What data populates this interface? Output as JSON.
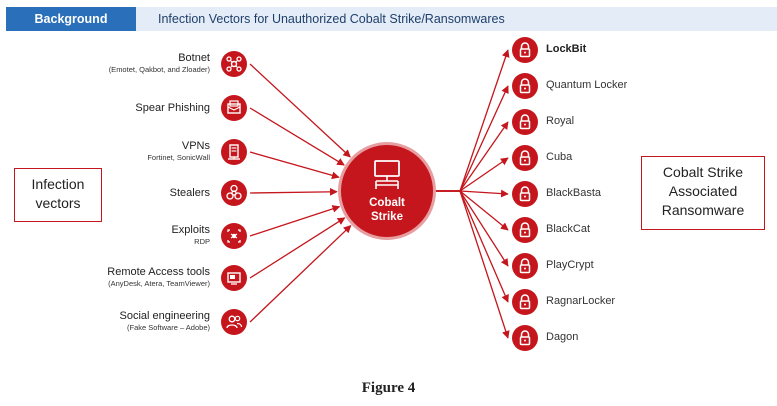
{
  "header": {
    "tag": "Background",
    "title": "Infection Vectors for Unauthorized Cobalt Strike/Ransomwares"
  },
  "left_box": "Infection vectors",
  "right_box": "Cobalt Strike Associated Ransomware",
  "hub": {
    "line1": "Cobalt",
    "line2": "Strike"
  },
  "vectors": [
    {
      "label": "Botnet",
      "sub": "(Emotet, Qakbot, and Zloader)",
      "icon": "network-icon"
    },
    {
      "label": "Spear Phishing",
      "sub": "",
      "icon": "envelope-icon"
    },
    {
      "label": "VPNs",
      "sub": "Fortinet, SonicWall",
      "icon": "server-icon"
    },
    {
      "label": "Stealers",
      "sub": "",
      "icon": "biohazard-icon"
    },
    {
      "label": "Exploits",
      "sub": "RDP",
      "icon": "bug-scan-icon"
    },
    {
      "label": "Remote Access tools",
      "sub": "(AnyDesk, Atera, TeamViewer)",
      "icon": "remote-desktop-icon"
    },
    {
      "label": "Social engineering",
      "sub": "(Fake Software – Adobe)",
      "icon": "users-icon"
    }
  ],
  "ransomware": [
    {
      "label": "LockBit",
      "bold": true
    },
    {
      "label": "Quantum Locker",
      "bold": false
    },
    {
      "label": "Royal",
      "bold": false
    },
    {
      "label": "Cuba",
      "bold": false
    },
    {
      "label": "BlackBasta",
      "bold": false
    },
    {
      "label": "BlackCat",
      "bold": false
    },
    {
      "label": "PlayCrypt",
      "bold": false
    },
    {
      "label": "RagnarLocker",
      "bold": false
    },
    {
      "label": "Dagon",
      "bold": false
    }
  ],
  "ransomware_icon": "padlock-icon",
  "figure_caption": "Figure 4",
  "colors": {
    "accent": "#c4161c",
    "header_blue": "#2a6fba",
    "header_bg": "#e4edf7"
  }
}
